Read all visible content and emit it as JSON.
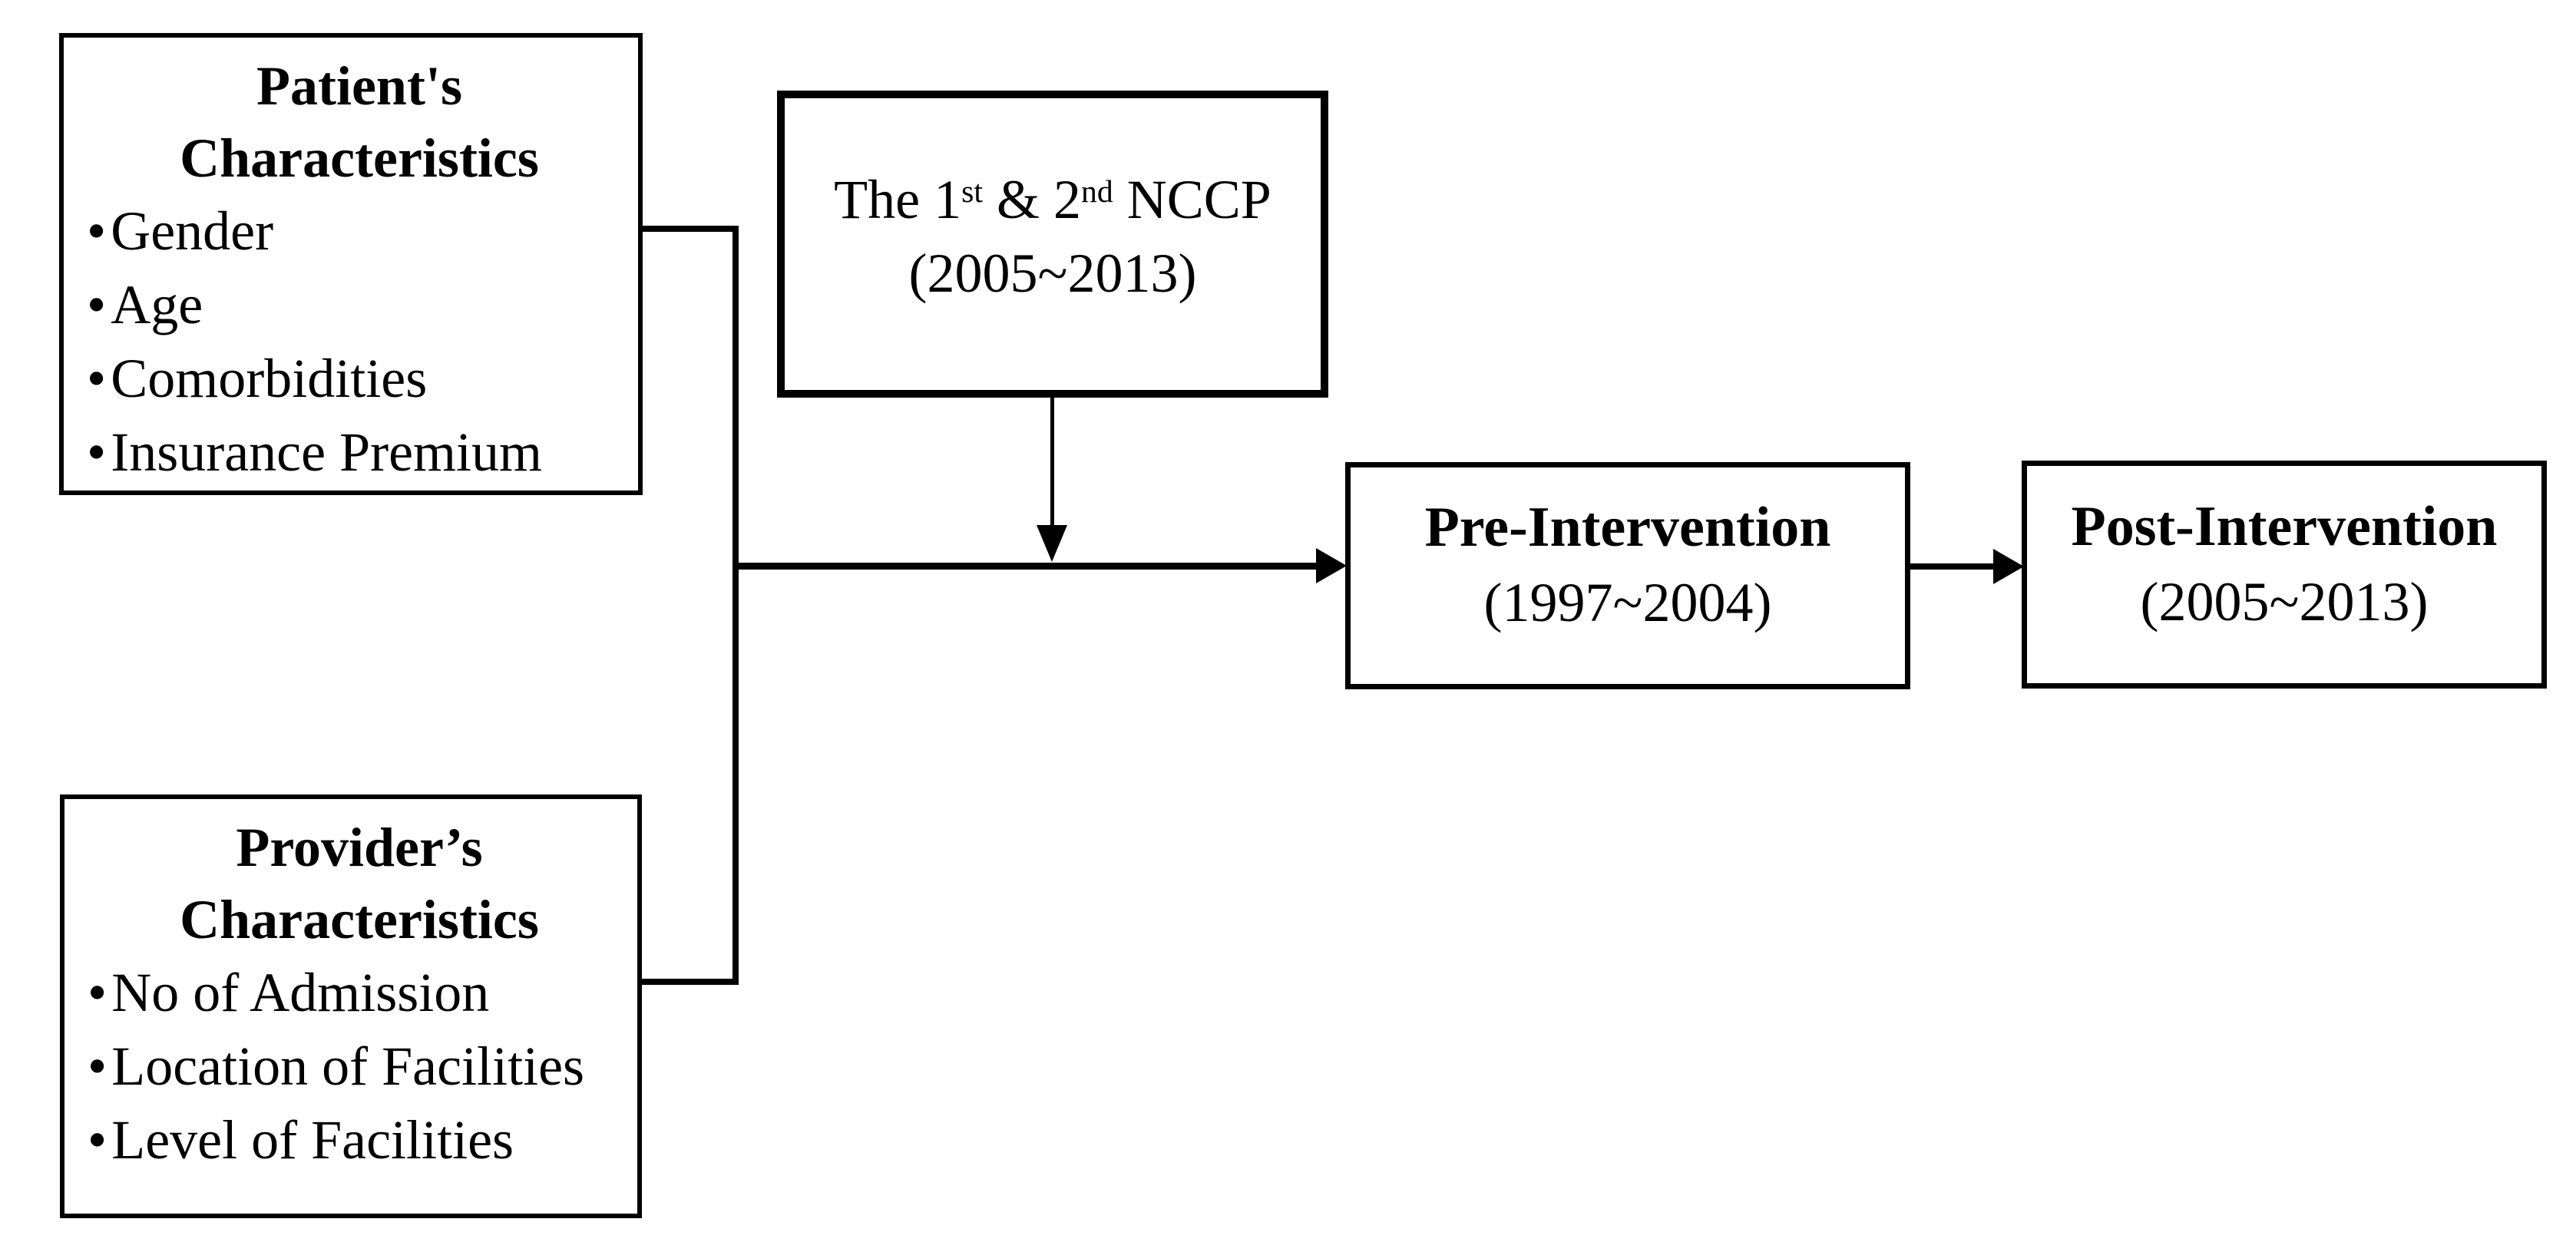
{
  "canvas": {
    "background_color": "#ffffff",
    "ink_color": "#000000"
  },
  "bullet_char": "•",
  "boxes": {
    "patient": {
      "title_line1": "Patient's",
      "title_line2": "Characteristics",
      "bullets": [
        "Gender",
        "Age",
        "Comorbidities",
        "Insurance Premium"
      ]
    },
    "provider": {
      "title_line1": "Provider’s",
      "title_line2": "Characteristics",
      "bullets": [
        "No of Admission",
        "Location of Facilities",
        "Level of Facilities"
      ]
    },
    "nccp": {
      "seg1": "The 1",
      "sup1": "st",
      "seg2": " & 2",
      "sup2": "nd",
      "seg3": " NCCP",
      "line2": "(2005~2013)"
    },
    "pre": {
      "title": "Pre-Intervention",
      "subtitle": "(1997~2004)"
    },
    "post": {
      "title": "Post-Intervention",
      "subtitle": "(2005~2013)"
    }
  }
}
